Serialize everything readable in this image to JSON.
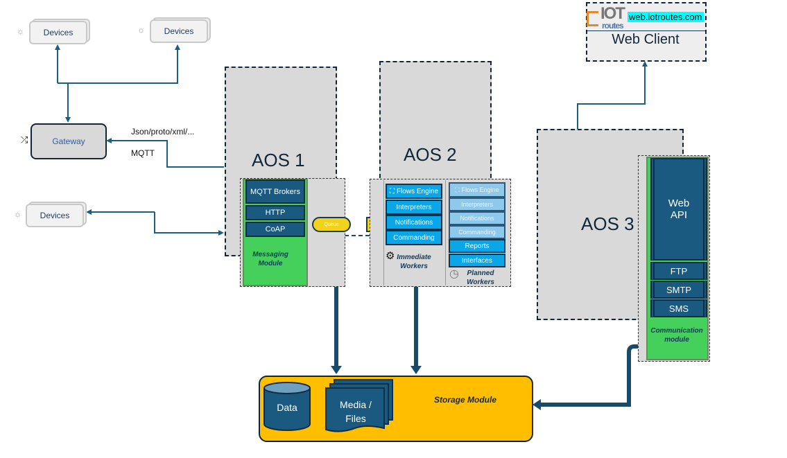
{
  "devices": [
    {
      "label": "Devices",
      "icon": "sun-icon"
    },
    {
      "label": "Devices",
      "icon": "sun-icon"
    },
    {
      "label": "Devices",
      "icon": "sun-icon"
    }
  ],
  "gateway": {
    "label": "Gateway",
    "icon": "shuffle-icon"
  },
  "connection_labels": {
    "format": "Json/proto/xml/...",
    "protocol": "MQTT"
  },
  "aos": [
    {
      "title": "AOS 1"
    },
    {
      "title": "AOS  2"
    },
    {
      "title": "AOS 3"
    }
  ],
  "messaging_module": {
    "items": [
      "MQTT Brokers",
      "HTTP",
      "CoAP"
    ],
    "label_line1": "Messaging",
    "label_line2": "Module",
    "queue": "Queue"
  },
  "immediate_workers": {
    "items": [
      "Flows Engine",
      "Interpreters",
      "Notifications",
      "Commanding"
    ],
    "label_line1": "Immediate",
    "label_line2": "Workers",
    "icon": "gears-icon"
  },
  "planned_workers": {
    "items": [
      "Flows Engine",
      "Interpreters",
      "Notifications",
      "Commanding",
      "Reports",
      "Interfaces"
    ],
    "label_line1": "Planned",
    "label_line2": "Workers",
    "icon": "clock-icon"
  },
  "communication_module": {
    "items": [
      "Web API",
      "FTP",
      "SMTP",
      "SMS"
    ],
    "web_line1": "Web",
    "web_line2": "API",
    "label_line1": "Communication",
    "label_line2": "module"
  },
  "storage_module": {
    "label": "Storage Module",
    "data": "Data",
    "media_line1": "Media /",
    "media_line2": "Files"
  },
  "web_client": {
    "title": "Web Client",
    "url": "web.iotroutes.com",
    "logo_top": "IOT",
    "logo_bottom": "routes"
  },
  "colors": {
    "wire": "#1a5f80",
    "navy": "#1a5a80",
    "green": "#44d05a",
    "blue": "#0aa6e8",
    "storage": "#ffbf00",
    "url_highlight": "#00ffff"
  }
}
